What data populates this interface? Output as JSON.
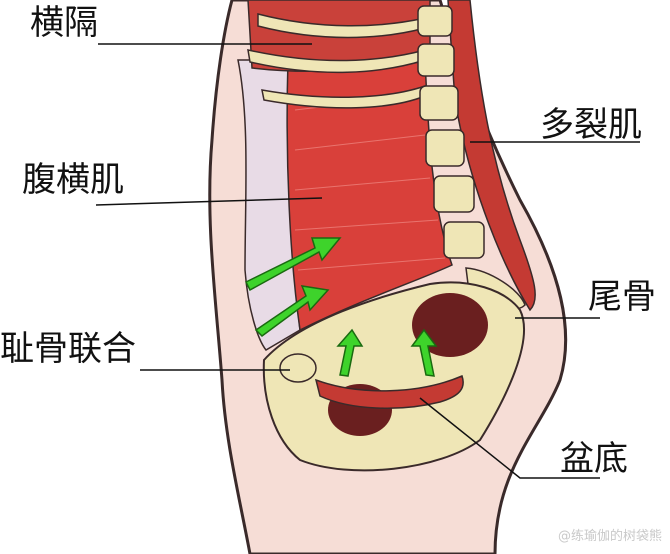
{
  "labels": {
    "diaphragm": "横隔",
    "multifidus": "多裂肌",
    "transverse_abdominis": "腹横肌",
    "coccyx": "尾骨",
    "pubic_symphysis": "耻骨联合",
    "pelvic_floor": "盆底"
  },
  "watermark": "@练瑜伽的树袋熊",
  "colors": {
    "muscle": "#d9403a",
    "muscle_dark": "#b5322e",
    "bone": "#efe6b6",
    "skin": "#f6ddd6",
    "tendon": "#e8dbe6",
    "arrow": "#3ed32b",
    "outline": "#3a2a2a"
  },
  "icons": [
    "green-arrow-icon"
  ]
}
